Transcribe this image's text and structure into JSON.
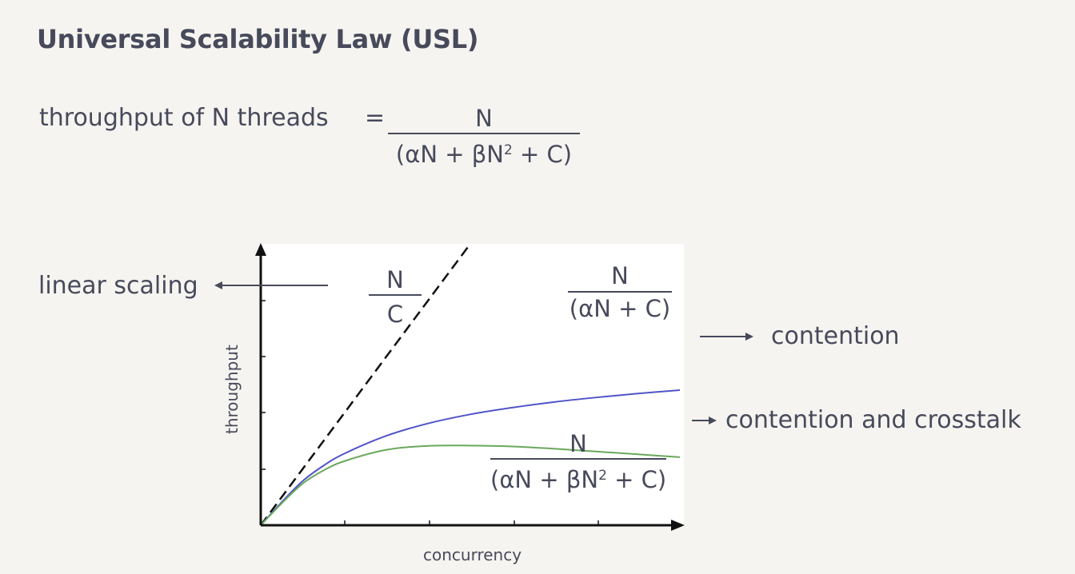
{
  "title": "Universal Scalability Law (USL)",
  "formula": {
    "lhs": "throughput of N threads",
    "equals": "=",
    "numerator": "N",
    "denominator_prefix": "(αN + βN",
    "denominator_sup": "2",
    "denominator_suffix": " + C)"
  },
  "labels": {
    "linear": {
      "text": "linear scaling",
      "num": "N",
      "den": "C"
    },
    "contention": {
      "text": "contention",
      "num": "N",
      "den": "(αN + C)"
    },
    "crosstalk": {
      "text": "contention and crosstalk",
      "num": "N",
      "den_prefix": "(αN + βN",
      "den_sup": "2",
      "den_suffix": " + C)"
    }
  },
  "chart_data": {
    "type": "line",
    "xlabel": "concurrency",
    "ylabel": "throughput",
    "grid": false,
    "series": [
      {
        "name": "N / C",
        "style": "dashed",
        "color": "#111111",
        "x": [
          0,
          5
        ],
        "y": [
          0,
          10
        ]
      },
      {
        "name": "N / (αN + C)",
        "style": "solid",
        "color": "#5054c8",
        "x": [
          0,
          0.5,
          1,
          1.5,
          2,
          3,
          4,
          5,
          6,
          7,
          8,
          9,
          10
        ],
        "y": [
          0,
          0.82,
          1.57,
          2.12,
          2.55,
          3.18,
          3.62,
          3.94,
          4.18,
          4.38,
          4.54,
          4.68,
          4.8
        ]
      },
      {
        "name": "N / (αN + βN² + C)",
        "style": "solid",
        "color": "#6aa85c",
        "x": [
          0,
          0.5,
          1,
          1.5,
          2,
          3,
          4,
          5,
          6,
          7,
          8,
          9,
          10
        ],
        "y": [
          0,
          0.78,
          1.48,
          1.95,
          2.28,
          2.68,
          2.82,
          2.83,
          2.8,
          2.72,
          2.62,
          2.52,
          2.42
        ]
      }
    ],
    "colors": {
      "axis": "#111111",
      "text": "#474a5b",
      "plot_bg": "#ffffff"
    }
  }
}
